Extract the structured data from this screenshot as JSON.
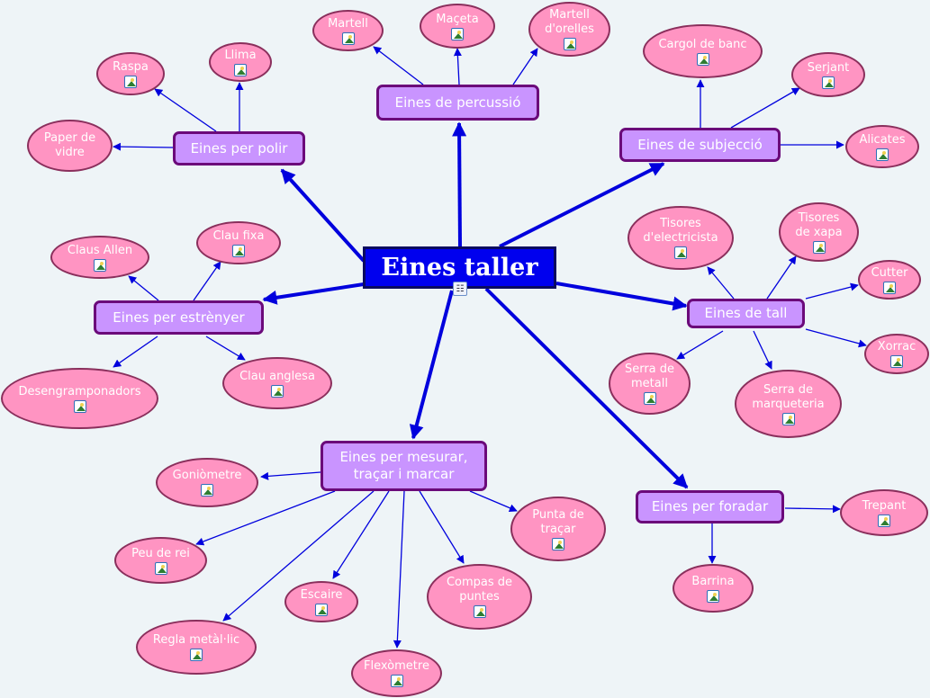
{
  "colors": {
    "background": "#eef4f7",
    "root_fill": "#0000ee",
    "category_fill": "#c994ff",
    "category_border": "#6b0a7a",
    "leaf_fill": "#ff94c2",
    "leaf_border": "#8a2f5c",
    "link": "#0000dd"
  },
  "root": {
    "label": "Eines  taller",
    "icon": "hierarchy-icon"
  },
  "categories": [
    {
      "label": "Eines de percussió",
      "leaves": [
        {
          "label": "Martell",
          "icon": "image-icon"
        },
        {
          "label": "Maçeta",
          "icon": "image-icon"
        },
        {
          "label": "Martell\nd'orelles",
          "icon": "image-icon"
        }
      ]
    },
    {
      "label": "Eines per polir",
      "leaves": [
        {
          "label": "Raspa",
          "icon": "image-icon"
        },
        {
          "label": "Llima",
          "icon": "image-icon"
        },
        {
          "label": "Paper de\nvidre",
          "icon": ""
        }
      ]
    },
    {
      "label": "Eines de subjecció",
      "leaves": [
        {
          "label": "Cargol de banc",
          "icon": "image-icon"
        },
        {
          "label": "Serjant",
          "icon": "image-icon"
        },
        {
          "label": "Alicates",
          "icon": "image-icon"
        }
      ]
    },
    {
      "label": "Eines per estrènyer",
      "leaves": [
        {
          "label": "Claus Allen",
          "icon": "image-icon"
        },
        {
          "label": "Clau fixa",
          "icon": "image-icon"
        },
        {
          "label": "Desengramponadors",
          "icon": "image-icon"
        },
        {
          "label": "Clau anglesa",
          "icon": "image-icon"
        }
      ]
    },
    {
      "label": "Eines de tall",
      "leaves": [
        {
          "label": "Tisores\nd'electricista",
          "icon": "image-icon"
        },
        {
          "label": "Tisores\nde xapa",
          "icon": "image-icon"
        },
        {
          "label": "Cutter",
          "icon": "image-icon"
        },
        {
          "label": "Xorrac",
          "icon": "image-icon"
        },
        {
          "label": "Serra de\nmetall",
          "icon": "image-icon"
        },
        {
          "label": "Serra de\nmarqueteria",
          "icon": "image-icon"
        }
      ]
    },
    {
      "label": "Eines per mesurar,\ntraçar i marcar",
      "leaves": [
        {
          "label": "Goniòmetre",
          "icon": "image-icon"
        },
        {
          "label": "Peu de rei",
          "icon": "image-icon"
        },
        {
          "label": "Regla metàl·lic",
          "icon": "image-icon"
        },
        {
          "label": "Escaire",
          "icon": "image-icon"
        },
        {
          "label": "Flexòmetre",
          "icon": "image-icon"
        },
        {
          "label": "Compas de\npuntes",
          "icon": "image-icon"
        },
        {
          "label": "Punta de\ntraçar",
          "icon": "image-icon"
        }
      ]
    },
    {
      "label": "Eines per foradar",
      "leaves": [
        {
          "label": "Trepant",
          "icon": "image-icon"
        },
        {
          "label": "Barrina",
          "icon": "image-icon"
        }
      ]
    }
  ]
}
